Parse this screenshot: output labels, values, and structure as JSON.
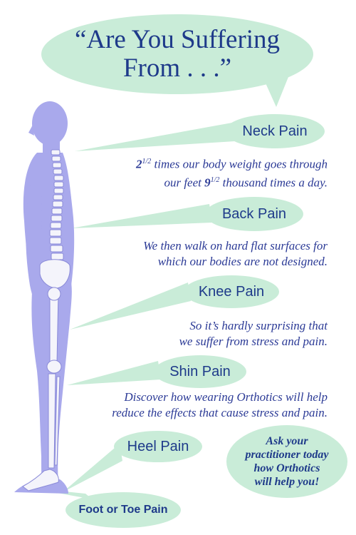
{
  "headline": {
    "line1": "“Are You Suffering",
    "line2": "From . . .”"
  },
  "pain_points": [
    {
      "label": "Neck Pain"
    },
    {
      "label": "Back Pain"
    },
    {
      "label": "Knee Pain"
    },
    {
      "label": "Shin Pain"
    },
    {
      "label": "Heel Pain"
    },
    {
      "label": "Foot or Toe Pain"
    }
  ],
  "info": {
    "p1_line1_a": "2",
    "p1_line1_frac": "1/2",
    "p1_line1_b": " times our body weight goes through",
    "p1_line2_a": "our feet ",
    "p1_line2_num": "9",
    "p1_line2_frac": "1/2",
    "p1_line2_b": " thousand times a day.",
    "p2_line1": "We then walk on hard flat surfaces for",
    "p2_line2": "which our bodies are not designed.",
    "p3_line1": "So it’s hardly surprising that",
    "p3_line2": "we suffer from stress and pain.",
    "p4_line1": "Discover how wearing Orthotics will help",
    "p4_line2": "reduce the effects that cause stress and pain."
  },
  "cta": {
    "line1": "Ask your",
    "line2": "practitioner today",
    "line3": "how Orthotics",
    "line4": "will help you!"
  },
  "colors": {
    "bubble": "#c9ecd8",
    "text_blue": "#1e3a8a",
    "silhouette": "#a9a9ec",
    "bone": "#f4f4fb"
  }
}
